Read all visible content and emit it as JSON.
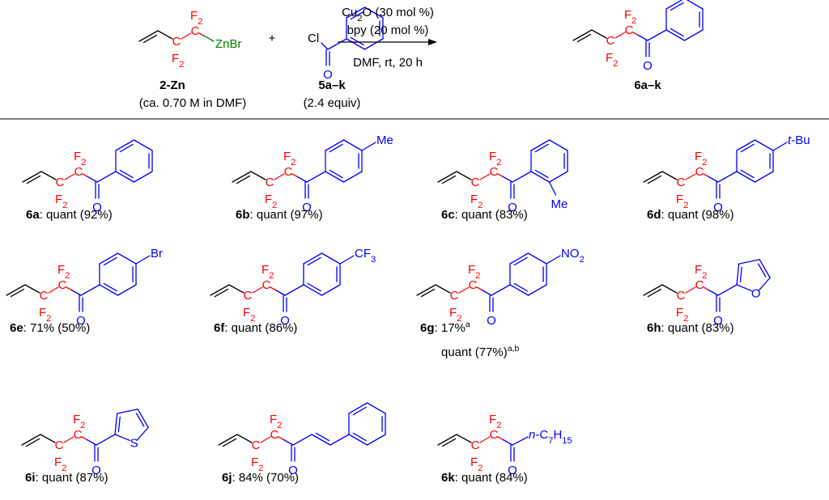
{
  "colors": {
    "fluorine": "#ff0000",
    "acyl": "#0000ff",
    "zinc": "#008000",
    "bond": "#000000"
  },
  "reaction": {
    "reagent1": {
      "metal_label": "ZnBr",
      "id": "2-Zn",
      "note": "(ca. 0.70 M in DMF)"
    },
    "plus": "+",
    "reagent2": {
      "leaving_group": "Cl",
      "id": "5a–k",
      "note": "(2.4 equiv)"
    },
    "conditions": {
      "line1": {
        "a": "Cu",
        "sub": "2",
        "b": "O (30 mol %)"
      },
      "line2": "bpy (20 mol %)",
      "line3": "DMF, rt, 20 h"
    },
    "product": {
      "id": "6a–k"
    }
  },
  "atom_labels": {
    "carbon": "C",
    "fluorine": "F",
    "f_count": "2",
    "oxygen": "O"
  },
  "compounds": [
    {
      "id": "6a",
      "result": ": quant (92%)",
      "group": "phenyl"
    },
    {
      "id": "6b",
      "result": ": quant (97%)",
      "group": "para",
      "sub": [
        [
          "Me",
          ""
        ]
      ]
    },
    {
      "id": "6c",
      "result": ": quant (83%)",
      "group": "ortho",
      "sub": [
        [
          "Me",
          ""
        ]
      ]
    },
    {
      "id": "6d",
      "result": ": quant (98%)",
      "group": "para",
      "sub": [
        [
          "t",
          "italic"
        ],
        [
          "-Bu",
          ""
        ]
      ]
    },
    {
      "id": "6e",
      "result": ": 71% (50%)",
      "group": "para",
      "sub": [
        [
          "Br",
          ""
        ]
      ]
    },
    {
      "id": "6f",
      "result": ": quant (86%)",
      "group": "para",
      "sub": [
        [
          "CF",
          ""
        ],
        [
          "3",
          "sub"
        ]
      ]
    },
    {
      "id": "6g",
      "result": ": 17%",
      "result_sup": "a",
      "result2": "quant (77%)",
      "result2_sup": "a,b",
      "group": "para",
      "sub": [
        [
          "NO",
          ""
        ],
        [
          "2",
          "sub"
        ]
      ]
    },
    {
      "id": "6h",
      "result": ": quant (83%)",
      "group": "furyl",
      "hetero": "O"
    },
    {
      "id": "6i",
      "result": ": quant (87%)",
      "group": "thienyl",
      "hetero": "S"
    },
    {
      "id": "6j",
      "result": ": 84% (70%)",
      "group": "styryl"
    },
    {
      "id": "6k",
      "result": ": quant (84%)",
      "group": "alkyl",
      "sub": [
        [
          "n",
          "italic"
        ],
        [
          "-C",
          ""
        ],
        [
          "7",
          "sub"
        ],
        [
          "H",
          ""
        ],
        [
          "15",
          "sub"
        ]
      ]
    }
  ]
}
